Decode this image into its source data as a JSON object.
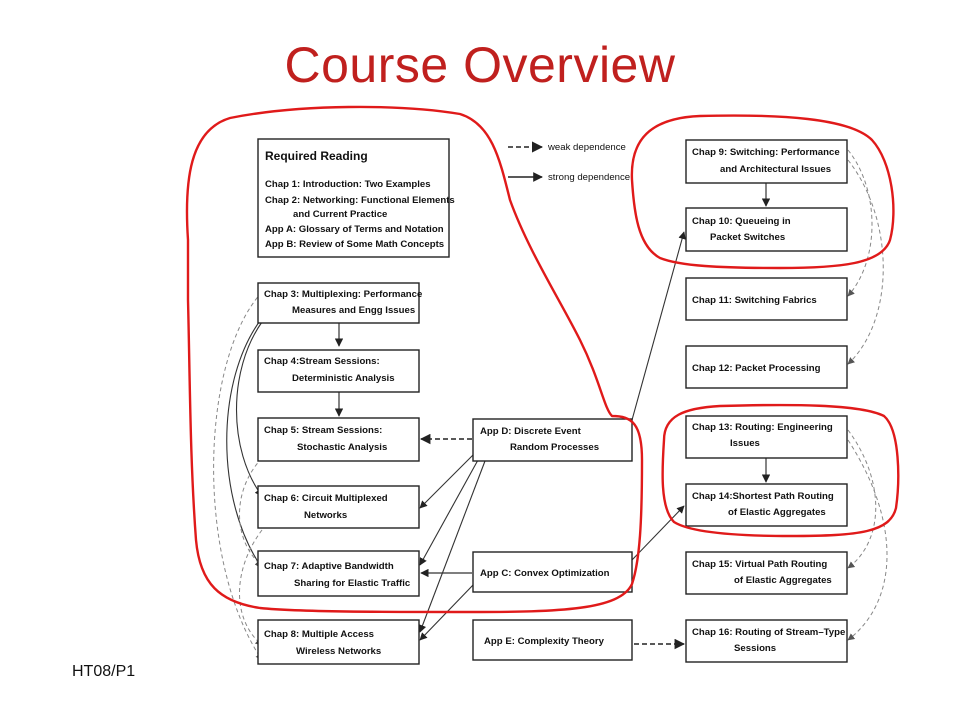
{
  "title": "Course Overview",
  "footer": "HT08/P1",
  "legend": {
    "weak": "weak dependence",
    "strong": "strong dependence"
  },
  "colors": {
    "title": "#c0201e",
    "highlight": "#e01a1a",
    "box_stroke": "#222222",
    "dashed_arrow": "#888888",
    "solid_arrow": "#333333"
  },
  "required_reading": {
    "heading": "Required Reading",
    "lines": [
      "Chap 1: Introduction: Two Examples",
      "Chap 2: Networking: Functional Elements",
      "and Current Practice",
      "App A:  Glossary of Terms and Notation",
      "App B:  Review of Some Math Concepts"
    ]
  },
  "boxes": [
    {
      "id": "c3",
      "lines": [
        "Chap 3: Multiplexing: Performance",
        "Measures and Engg Issues"
      ]
    },
    {
      "id": "c4",
      "lines": [
        "Chap 4:Stream Sessions:",
        "Deterministic Analysis"
      ]
    },
    {
      "id": "c5",
      "lines": [
        "Chap 5: Stream Sessions:",
        "Stochastic Analysis"
      ]
    },
    {
      "id": "c6",
      "lines": [
        "Chap 6: Circuit Multiplexed",
        "Networks"
      ]
    },
    {
      "id": "c7",
      "lines": [
        "Chap 7: Adaptive Bandwidth",
        "Sharing for Elastic Traffic"
      ]
    },
    {
      "id": "c8",
      "lines": [
        "Chap 8: Multiple Access",
        "Wireless Networks"
      ]
    },
    {
      "id": "appd",
      "lines": [
        "App D: Discrete Event",
        "Random Processes"
      ]
    },
    {
      "id": "appc",
      "lines": [
        "App C: Convex Optimization"
      ]
    },
    {
      "id": "appe",
      "lines": [
        "App E: Complexity Theory"
      ]
    },
    {
      "id": "c9",
      "lines": [
        "Chap 9: Switching: Performance",
        "and Architectural Issues"
      ]
    },
    {
      "id": "c10",
      "lines": [
        "Chap 10: Queueing in",
        "Packet Switches"
      ]
    },
    {
      "id": "c11",
      "lines": [
        "Chap 11: Switching Fabrics"
      ]
    },
    {
      "id": "c12",
      "lines": [
        "Chap 12: Packet Processing"
      ]
    },
    {
      "id": "c13",
      "lines": [
        "Chap 13: Routing: Engineering",
        "Issues"
      ]
    },
    {
      "id": "c14",
      "lines": [
        "Chap 14:Shortest Path Routing",
        "of Elastic Aggregates"
      ]
    },
    {
      "id": "c15",
      "lines": [
        "Chap 15: Virtual Path Routing",
        "of Elastic Aggregates"
      ]
    },
    {
      "id": "c16",
      "lines": [
        "Chap 16: Routing of Stream–Type",
        "Sessions"
      ]
    }
  ]
}
